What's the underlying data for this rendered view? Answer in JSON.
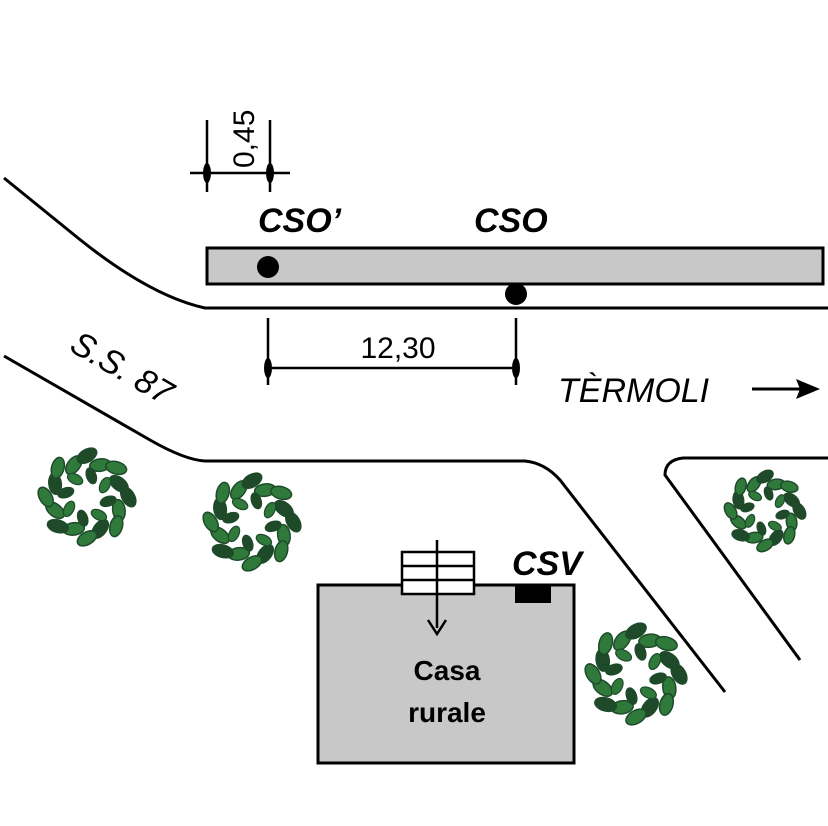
{
  "labels": {
    "cso_prime": "CSO’",
    "cso": "CSO",
    "csv": "CSV",
    "road_name": "S.S. 87",
    "direction": "TÈRMOLI",
    "building_line1": "Casa",
    "building_line2": "rurale"
  },
  "dimensions": {
    "horizontal": "12,30",
    "vertical": "0,45"
  },
  "icons": {
    "direction_arrow": "arrow-right-icon",
    "entrance_arrow": "arrow-down-icon",
    "tree": "tree-icon"
  },
  "colors": {
    "gray_fill": "#c8c8c8",
    "tree_green": "#2f7a3b",
    "tree_dark": "#1e4a2a",
    "line": "#000000"
  }
}
